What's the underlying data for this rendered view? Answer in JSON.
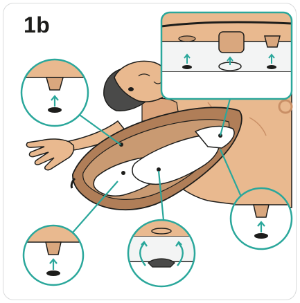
{
  "step": {
    "label": "1b"
  },
  "colors": {
    "accent": "#2aa79b",
    "skin": "#e9b98f",
    "skin_dark": "#c98f66",
    "jacket": "#b07e58",
    "jacket_light": "#c99a72",
    "hair": "#4a4a49",
    "white": "#ffffff",
    "plate": "#f3f4f4",
    "outline": "#1d1d1b"
  },
  "callouts": [
    {
      "id": "top-left",
      "icon": "snap-fastener-release-icon"
    },
    {
      "id": "top-right",
      "icon": "fastener-strip-release-icon"
    },
    {
      "id": "right",
      "icon": "snap-fastener-release-icon"
    },
    {
      "id": "bottom-left",
      "icon": "snap-fastener-release-icon"
    },
    {
      "id": "bottom-middle",
      "icon": "button-lift-release-icon"
    }
  ]
}
